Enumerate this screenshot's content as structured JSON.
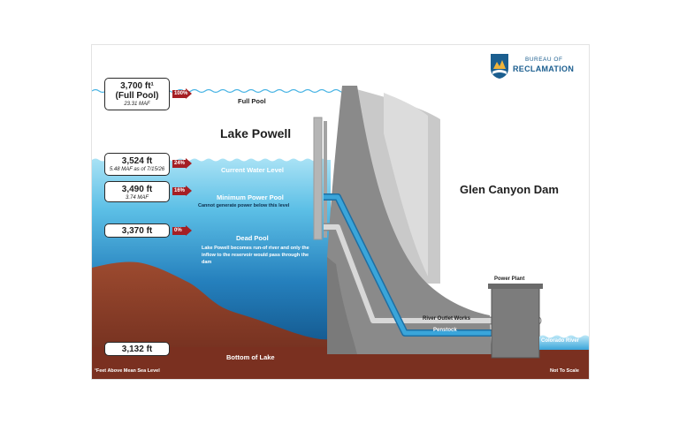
{
  "title": "Lake Powell",
  "dam_label": "Glen Canyon Dam",
  "logo": {
    "line1": "BUREAU OF",
    "line2": "RECLAMATION"
  },
  "levels": [
    {
      "key": "full",
      "elevation": "3,700 ft¹",
      "sub1": "(Full Pool)",
      "sub2": "23.31 MAF",
      "percent": "100%",
      "label": "Full Pool",
      "note": ""
    },
    {
      "key": "current",
      "elevation": "3,524 ft",
      "sub1": "5.48 MAF as of 7/15/26",
      "sub2": "",
      "percent": "24%",
      "label": "Current Water Level",
      "note": ""
    },
    {
      "key": "minimum",
      "elevation": "3,490 ft",
      "sub1": "3.74 MAF",
      "sub2": "",
      "percent": "16%",
      "label": "Minimum Power Pool",
      "note": "Cannot generate power below this level"
    },
    {
      "key": "dead",
      "elevation": "3,370 ft",
      "sub1": "",
      "sub2": "",
      "percent": "0%",
      "label": "Dead Pool",
      "note": "Lake Powell becomes run-of river and only the inflow to the reservoir would pass through the dam"
    },
    {
      "key": "bottom",
      "elevation": "3,132 ft",
      "sub1": "",
      "sub2": "",
      "percent": "",
      "label": "Bottom of Lake",
      "note": ""
    }
  ],
  "structures": {
    "power_plant": "Power Plant",
    "river_outlet_works": "River Outlet Works",
    "penstock": "Penstock",
    "colorado_river": "Colorado River"
  },
  "footnote": "¹Feet Above Mean Sea Level",
  "scale_note": "Not To Scale",
  "colors": {
    "water_top": "#7fd0ee",
    "water_bottom": "#0f4e82",
    "ground": "#8b3a26",
    "dam": "#8a8a8a",
    "arrow": "#a51f24",
    "penstock": "#3aa5da"
  }
}
